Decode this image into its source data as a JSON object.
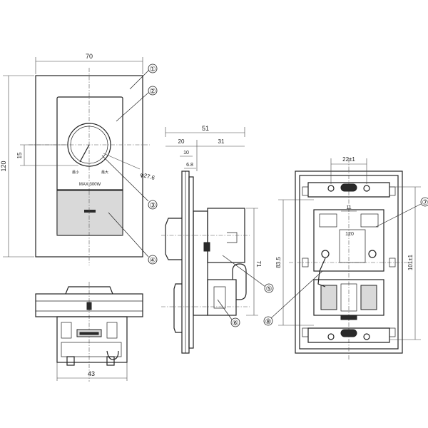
{
  "front_view": {
    "dim_width": "70",
    "dim_height": "120",
    "dim_knob_offset": "15",
    "knob_hole": "φ27.6",
    "label_min": "最小",
    "label_max": "最大",
    "label_rating": "MAX 300W"
  },
  "bottom_view": {
    "dim_width": "43"
  },
  "side_view": {
    "dim_total": "51",
    "dim_front": "20",
    "dim_rear": "31",
    "dim_plate": "10",
    "dim_frame": "6.8",
    "dim_body": "71"
  },
  "rear_view": {
    "dim_pitch": "22±1",
    "dim_slot": "11",
    "dim_mount": "83.5",
    "dim_overall": "101±1",
    "label_module": "120"
  },
  "callouts": [
    "①",
    "②",
    "③",
    "④",
    "⑤",
    "⑥",
    "⑦",
    "⑧"
  ]
}
